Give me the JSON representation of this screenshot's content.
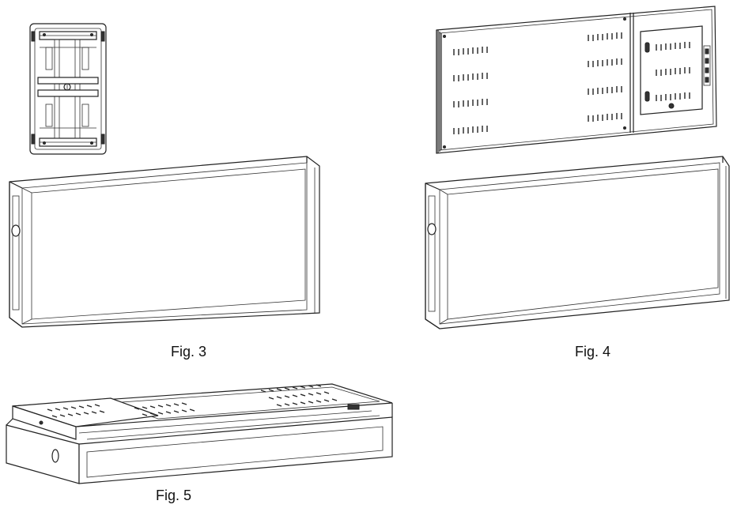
{
  "figures": [
    {
      "id": "fig3",
      "caption": "Fig. 3"
    },
    {
      "id": "fig4",
      "caption": "Fig. 4"
    },
    {
      "id": "fig5",
      "caption": "Fig. 5"
    }
  ]
}
